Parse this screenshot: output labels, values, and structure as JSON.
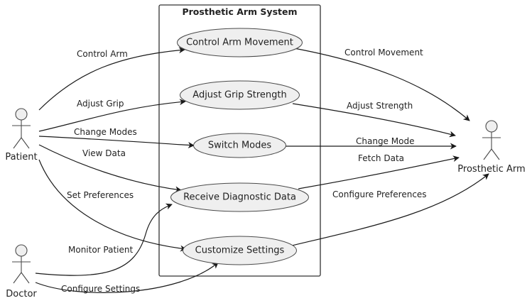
{
  "system": {
    "title": "Prosthetic Arm System"
  },
  "actors": {
    "patient": "Patient",
    "doctor": "Doctor",
    "prosthetic_arm": "Prosthetic Arm"
  },
  "use_cases": {
    "control_arm_movement": "Control Arm Movement",
    "adjust_grip_strength": "Adjust Grip Strength",
    "switch_modes": "Switch Modes",
    "receive_diagnostic_data": "Receive Diagnostic Data",
    "customize_settings": "Customize Settings"
  },
  "edges": {
    "control_arm": "Control Arm",
    "adjust_grip": "Adjust Grip",
    "change_modes": "Change Modes",
    "view_data": "View Data",
    "set_preferences": "Set Preferences",
    "monitor_patient": "Monitor Patient",
    "configure_settings": "Configure Settings",
    "control_movement": "Control Movement",
    "adjust_strength": "Adjust Strength",
    "change_mode": "Change Mode",
    "fetch_data": "Fetch Data",
    "configure_preferences": "Configure Preferences"
  },
  "colors": {
    "use_case_fill": "#efefef",
    "line": "#1a1a1a",
    "border": "#4a4a4a"
  }
}
